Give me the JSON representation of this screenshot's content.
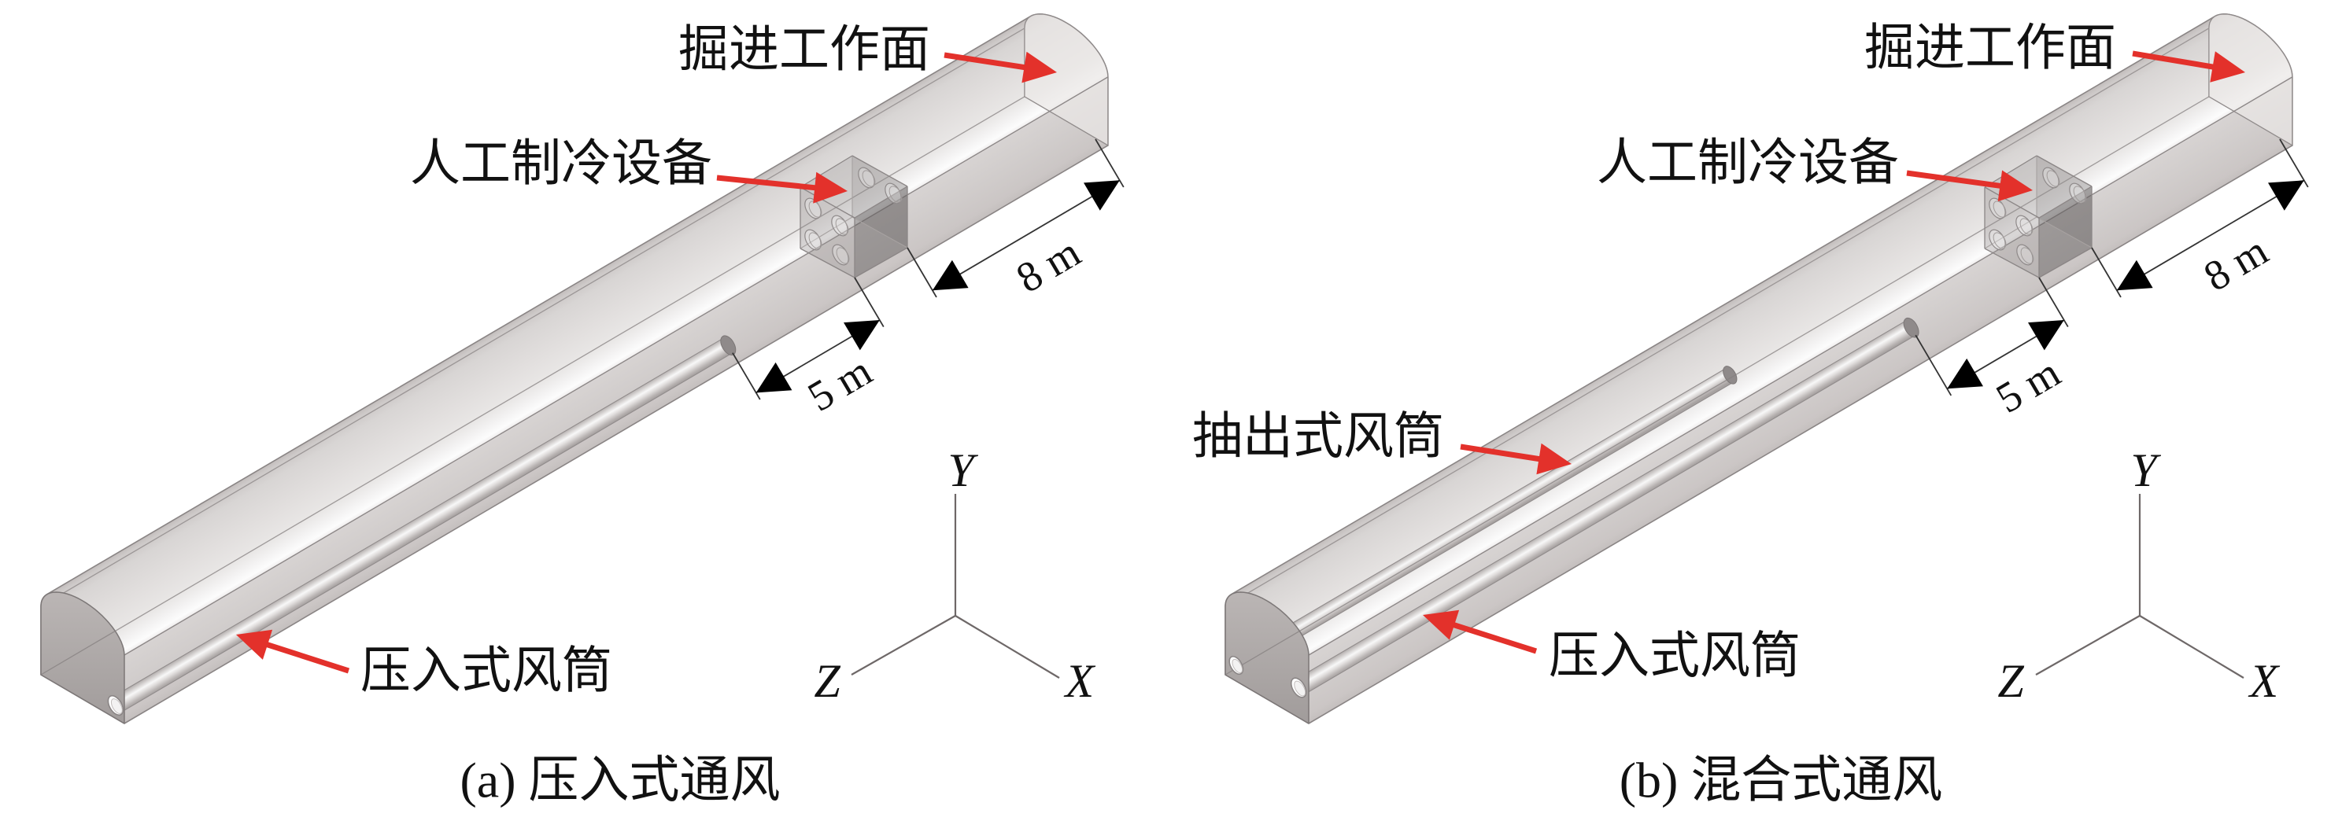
{
  "figure": {
    "panels": [
      {
        "caption": "(a) 压入式通风",
        "labels": {
          "working_face": "掘进工作面",
          "refrigeration_unit": "人工制冷设备",
          "forced_duct": "压入式风筒"
        },
        "dimensions": {
          "unit_to_face": "8 m",
          "duct_outlet_to_unit": "5 m"
        },
        "axes": {
          "x": "X",
          "y": "Y",
          "z": "Z"
        }
      },
      {
        "caption": "(b) 混合式通风",
        "labels": {
          "working_face": "掘进工作面",
          "refrigeration_unit": "人工制冷设备",
          "exhaust_duct": "抽出式风筒",
          "forced_duct": "压入式风筒"
        },
        "dimensions": {
          "unit_to_face": "8 m",
          "duct_outlet_to_unit": "5 m"
        },
        "axes": {
          "x": "X",
          "y": "Y",
          "z": "Z"
        }
      }
    ]
  },
  "colors": {
    "annotation_arrow": "#e3312b",
    "dimension_marks": "#000000",
    "axis_lines": "#6e6868",
    "background": "#ffffff"
  }
}
